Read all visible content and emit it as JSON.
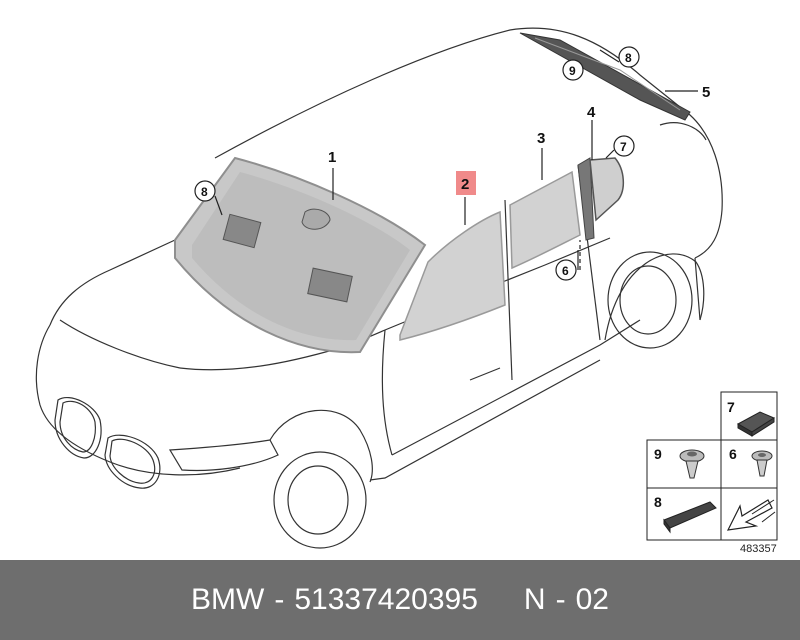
{
  "footer": {
    "brand": "BMW",
    "sep1": "-",
    "part_number": "51337420395",
    "variant_code": "N",
    "sep2": "-",
    "variant_num": "02"
  },
  "diagram": {
    "callouts": {
      "windscreen": "1",
      "front_door_window": "2",
      "rear_door_window": "3",
      "rear_quarter_strip": "4",
      "rear_window": "5",
      "screw_rear": "6",
      "pad_rear": "7",
      "strip_left": "8",
      "strip_roof": "8",
      "screw_roof": "9"
    },
    "key_panel": {
      "pad": "7",
      "screw_a": "9",
      "screw_b": "6",
      "strip": "8"
    },
    "reference": "483357"
  },
  "colors": {
    "glass_fill": "#c8c8c8",
    "glass_edge": "#9a9a9a",
    "highlight_box": "#f08a8a",
    "footer_bg": "#6e6e6e"
  }
}
